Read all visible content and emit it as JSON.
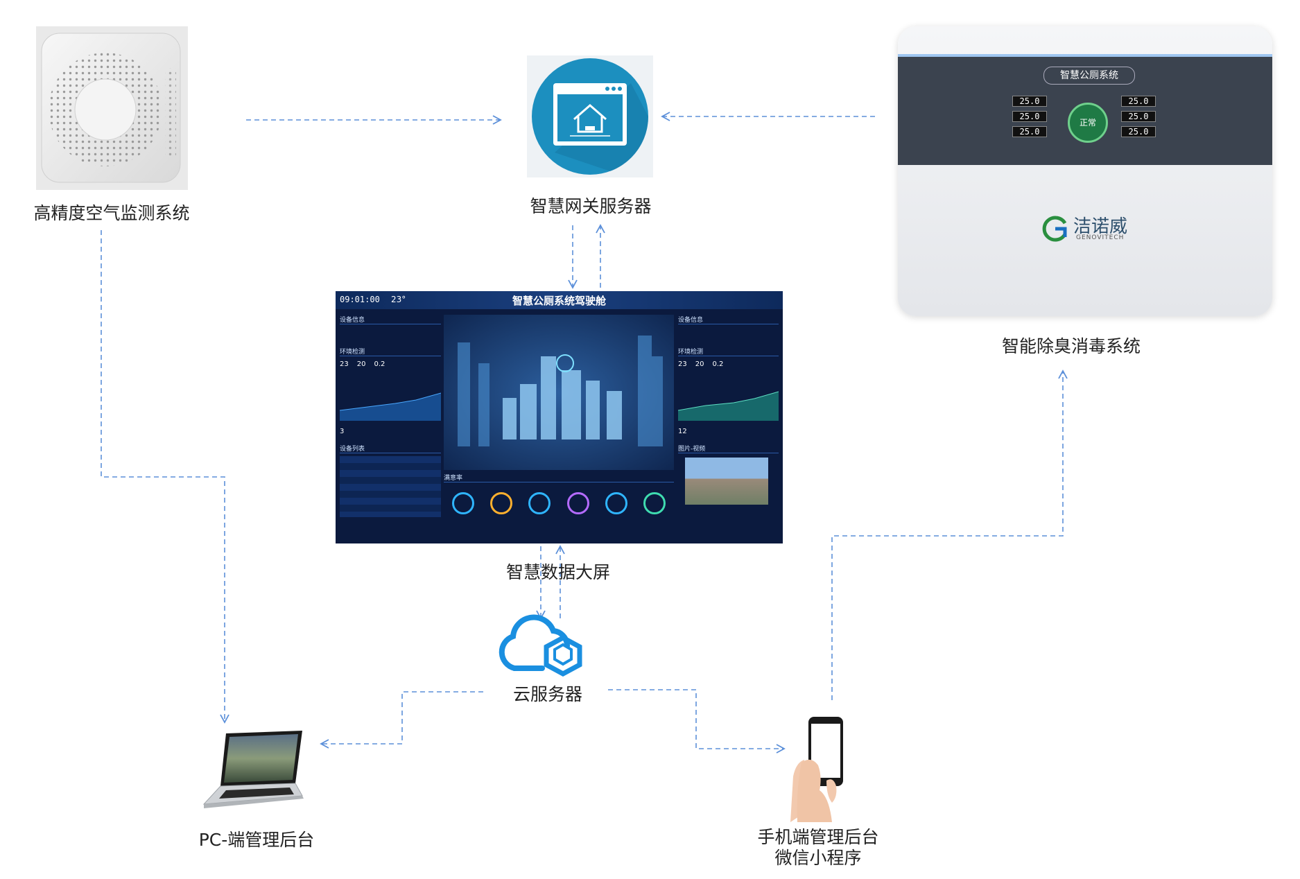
{
  "nodes": {
    "air_monitor": {
      "label": "高精度空气监测系统"
    },
    "gateway": {
      "label": "智慧网关服务器"
    },
    "deodorizer": {
      "label": "智能除臭消毒系统",
      "panel_title": "智慧公厕系统",
      "status": "正常",
      "readings": [
        "25.0",
        "25.0",
        "25.0",
        "25.0",
        "25.0",
        "25.0"
      ],
      "brand_cn": "洁诺威",
      "brand_en": "GENOVITECH"
    },
    "big_screen": {
      "label": "智慧数据大屏",
      "title": "智慧公厕系统驾驶舱",
      "clock": "09:01:00",
      "temperature": "23°",
      "panels": [
        "设备信息",
        "环境检测",
        "设备列表",
        "设备信息",
        "环境检测",
        "图片-视频",
        "满意率"
      ],
      "env_values": [
        "23",
        "20",
        "0.2"
      ],
      "today_people_left": "3",
      "today_people_right": "12"
    },
    "cloud": {
      "label": "云服务器"
    },
    "pc_admin": {
      "label": "PC-端管理后台"
    },
    "mobile_admin": {
      "label_line1": "手机端管理后台",
      "label_line2": "微信小程序"
    }
  },
  "colors": {
    "link": "#5b8fd9",
    "cloud": "#1a8fe0",
    "gateway_circle": "#1c8fbf",
    "screen_bg": "#0b1a3e"
  }
}
